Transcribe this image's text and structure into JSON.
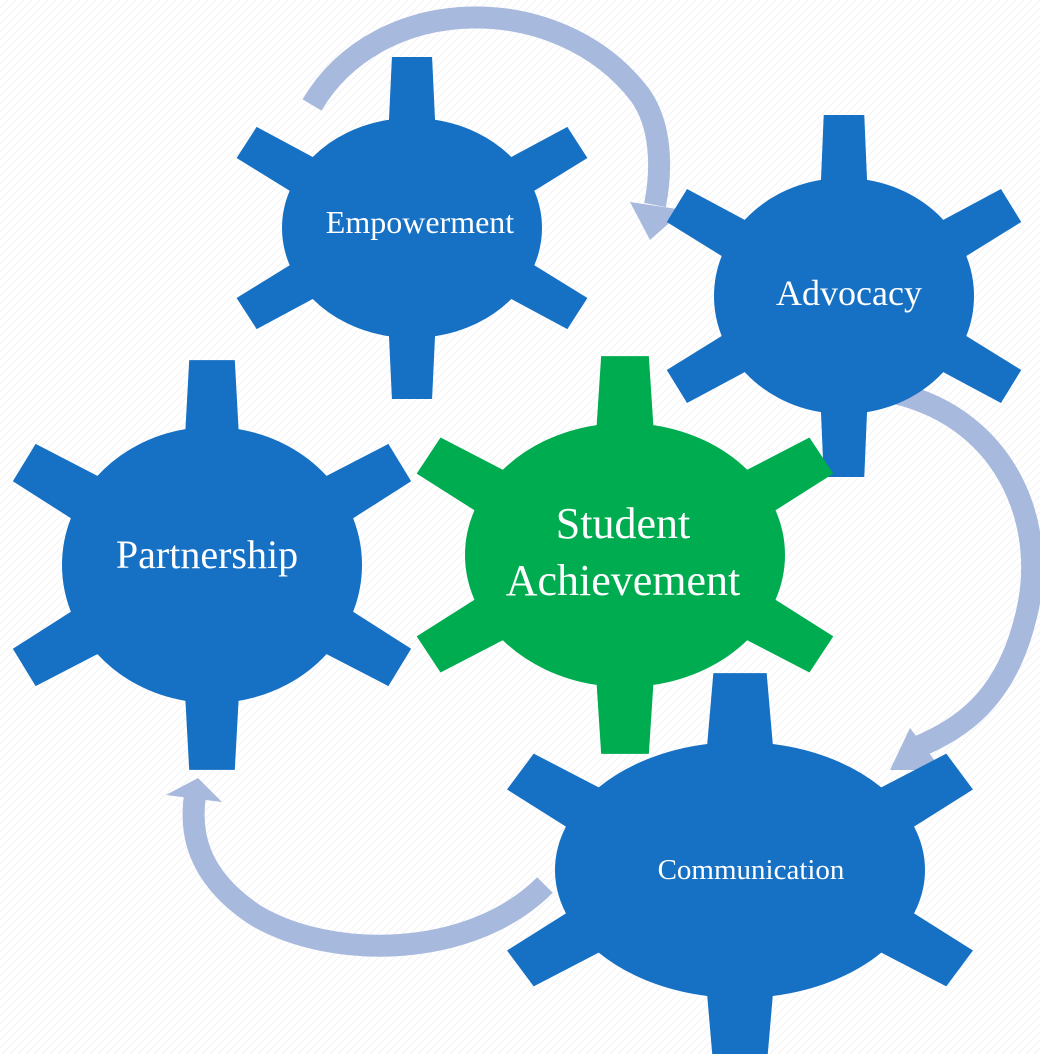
{
  "colors": {
    "background": "#ffffff",
    "gear_blue": "#1670C4",
    "gear_green": "#00AC50",
    "arrow": "#A8B9DE",
    "label": "#ffffff"
  },
  "gears": {
    "empowerment": {
      "label": "Empowerment"
    },
    "advocacy": {
      "label": "Advocacy"
    },
    "partnership": {
      "label": "Partnership"
    },
    "student_achievement": {
      "label_line1": "Student",
      "label_line2": "Achievement"
    },
    "communication": {
      "label": "Communication"
    }
  }
}
